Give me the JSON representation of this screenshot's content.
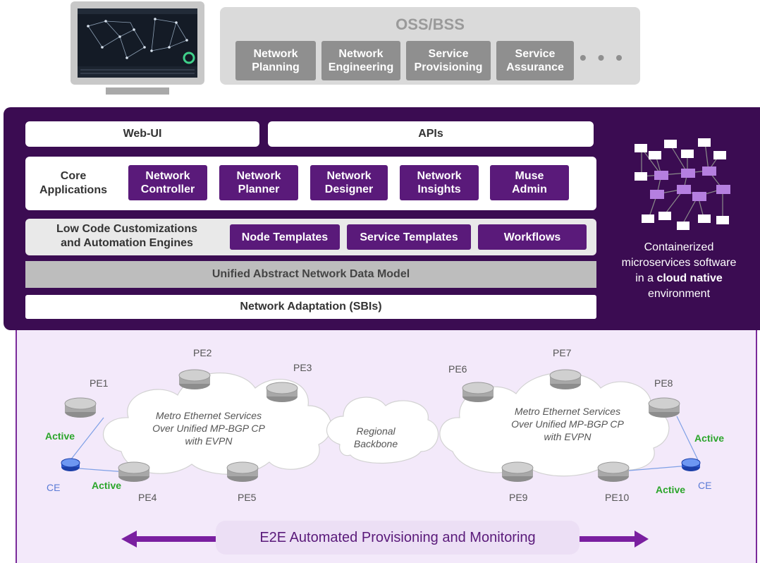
{
  "oss": {
    "title": "OSS/BSS",
    "items": [
      "Network\nPlanning",
      "Network\nEngineering",
      "Service\nProvisioning",
      "Service\nAssurance"
    ],
    "more": "• • •"
  },
  "platform": {
    "web_ui": "Web-UI",
    "apis": "APIs",
    "core_label": "Core\nApplications",
    "core_apps": [
      "Network\nController",
      "Network\nPlanner",
      "Network\nDesigner",
      "Network\nInsights",
      "Muse\nAdmin"
    ],
    "lowcode_label": "Low Code Customizations\nand Automation Engines",
    "lowcode_items": [
      "Node Templates",
      "Service Templates",
      "Workflows"
    ],
    "data_model": "Unified Abstract Network Data Model",
    "adaptation": "Network Adaptation (SBIs)",
    "side_line1": "Containerized",
    "side_line2": "microservices software",
    "side_line3_prefix": "in a ",
    "side_line3_bold": "cloud native",
    "side_line4": "environment"
  },
  "network": {
    "routers": [
      "PE1",
      "PE2",
      "PE3",
      "PE4",
      "PE5",
      "PE6",
      "PE7",
      "PE8",
      "PE9",
      "PE10"
    ],
    "left_cloud": "Metro Ethernet Services\nOver Unified MP-BGP CP\nwith EVPN",
    "right_cloud": "Metro Ethernet Services\nOver Unified MP-BGP CP\nwith EVPN",
    "backbone": "Regional\nBackbone",
    "active": "Active",
    "ce": "CE",
    "banner": "E2E Automated Provisioning and Monitoring"
  },
  "colors": {
    "purple_dark": "#3b0c52",
    "purple_btn": "#5a1a7a",
    "gray_btn": "#8f8f8f",
    "active_green": "#2ba52b"
  }
}
